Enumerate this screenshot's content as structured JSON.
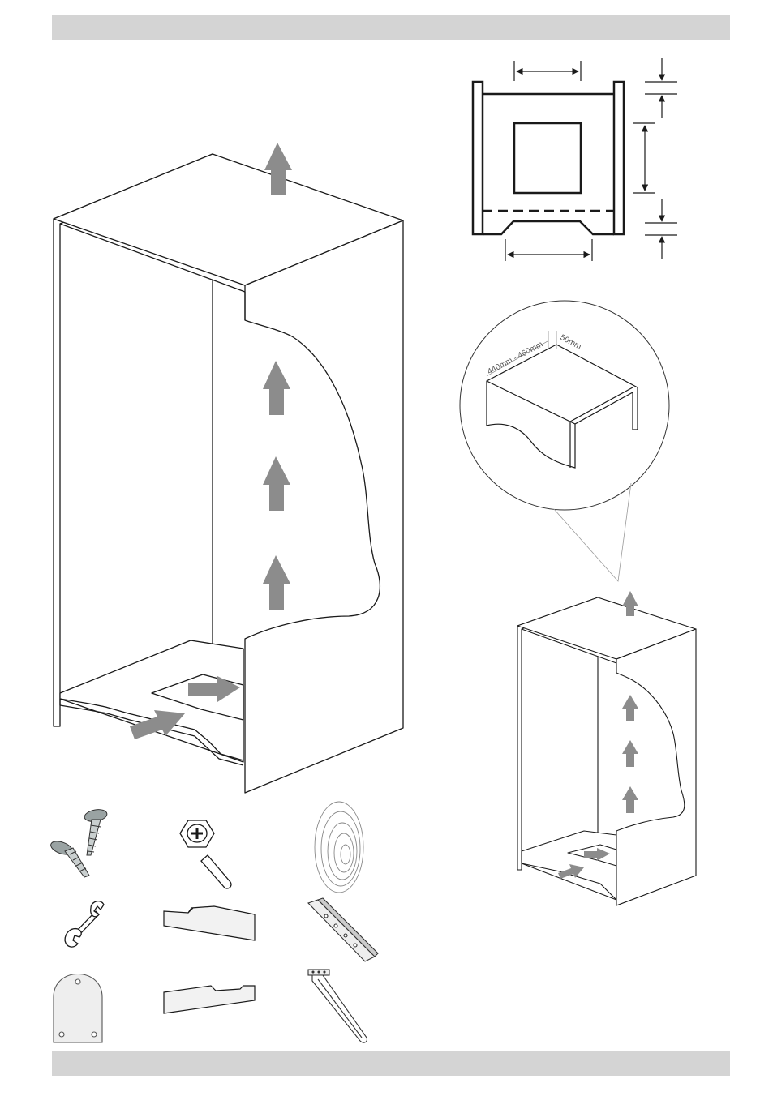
{
  "colors": {
    "line": "#1a1a1a",
    "arrow": "#8c8c8c",
    "panel": "#ffffff",
    "bar": "#d4d4d4",
    "part_fill": "#f2f2f2"
  },
  "detail": {
    "dim_depth_label": "440mm - 460mm",
    "dim_gap_label": "50mm"
  },
  "parts": [
    {
      "name": "screws",
      "icon": "screw-icon"
    },
    {
      "name": "hex-bolt",
      "icon": "bolt-icon"
    },
    {
      "name": "sealing-strip",
      "icon": "spiral-strip-icon"
    },
    {
      "name": "wrench",
      "icon": "wrench-icon"
    },
    {
      "name": "cover-strip-upper",
      "icon": "strip-icon"
    },
    {
      "name": "guide-rail",
      "icon": "rail-icon"
    },
    {
      "name": "door-plate",
      "icon": "plate-icon"
    },
    {
      "name": "cover-strip-lower",
      "icon": "strip-icon"
    },
    {
      "name": "hinge-bracket",
      "icon": "bracket-icon"
    }
  ]
}
